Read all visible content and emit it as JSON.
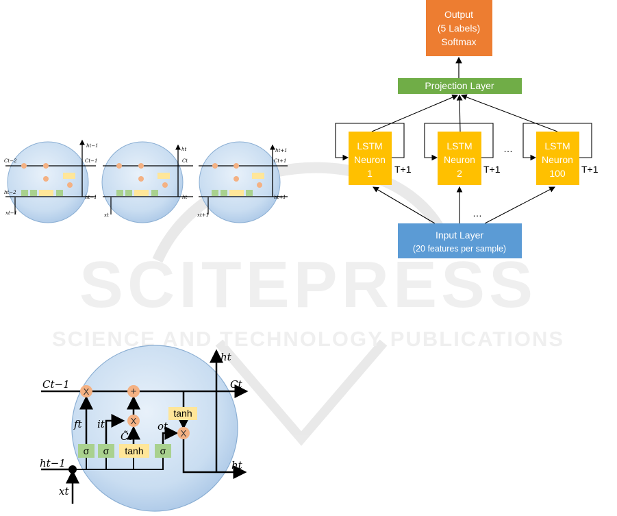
{
  "watermark": {
    "big": "SCITEPRESS",
    "sub": "SCIENCE AND TECHNOLOGY PUBLICATIONS"
  },
  "network": {
    "output": {
      "line1": "Output",
      "line2": "(5 Labels)",
      "line3": "Softmax"
    },
    "projection": "Projection Layer",
    "neurons": [
      {
        "line1": "LSTM",
        "line2": "Neuron",
        "line3": "1"
      },
      {
        "line1": "LSTM",
        "line2": "Neuron",
        "line3": "2"
      },
      {
        "line1": "LSTM",
        "line2": "Neuron",
        "line3": "100"
      }
    ],
    "recurrent_label": "T+1",
    "ellipsis": "…",
    "input": {
      "line1": "Input Layer",
      "line2": "(20 features per sample)"
    }
  },
  "lstm_chain": {
    "cells": [
      {
        "top": "ht−1",
        "x_in": "xt−1",
        "c_in": "Ct−2",
        "c_out": "Ct−1",
        "h_in": "ht−2",
        "h_out": "ht−1"
      },
      {
        "top": "ht",
        "x_in": "xt",
        "c_in": "",
        "c_out": "Ct",
        "h_in": "",
        "h_out": "ht"
      },
      {
        "top": "ht+1",
        "x_in": "xt+1",
        "c_in": "",
        "c_out": "Ct+1",
        "h_in": "",
        "h_out": "ht+1"
      }
    ]
  },
  "lstm_cell": {
    "c_in": "Ct−1",
    "c_out": "Ct",
    "h_in": "ht−1",
    "h_out": "ht",
    "h_top": "ht",
    "x_in": "xt",
    "f": "ft",
    "i": "it",
    "c_tilde": "C̃t",
    "o": "ot",
    "sigma": "σ",
    "tanh": "tanh",
    "mult": "X",
    "plus": "+"
  },
  "colors": {
    "output": "#ED7D31",
    "projection": "#70AD47",
    "neuron": "#FFC000",
    "input": "#5B9BD5",
    "gate": "#A9D18E",
    "tanh": "#FFE699",
    "op": "#F4B183",
    "cell_bg": "#BDD7EE"
  }
}
